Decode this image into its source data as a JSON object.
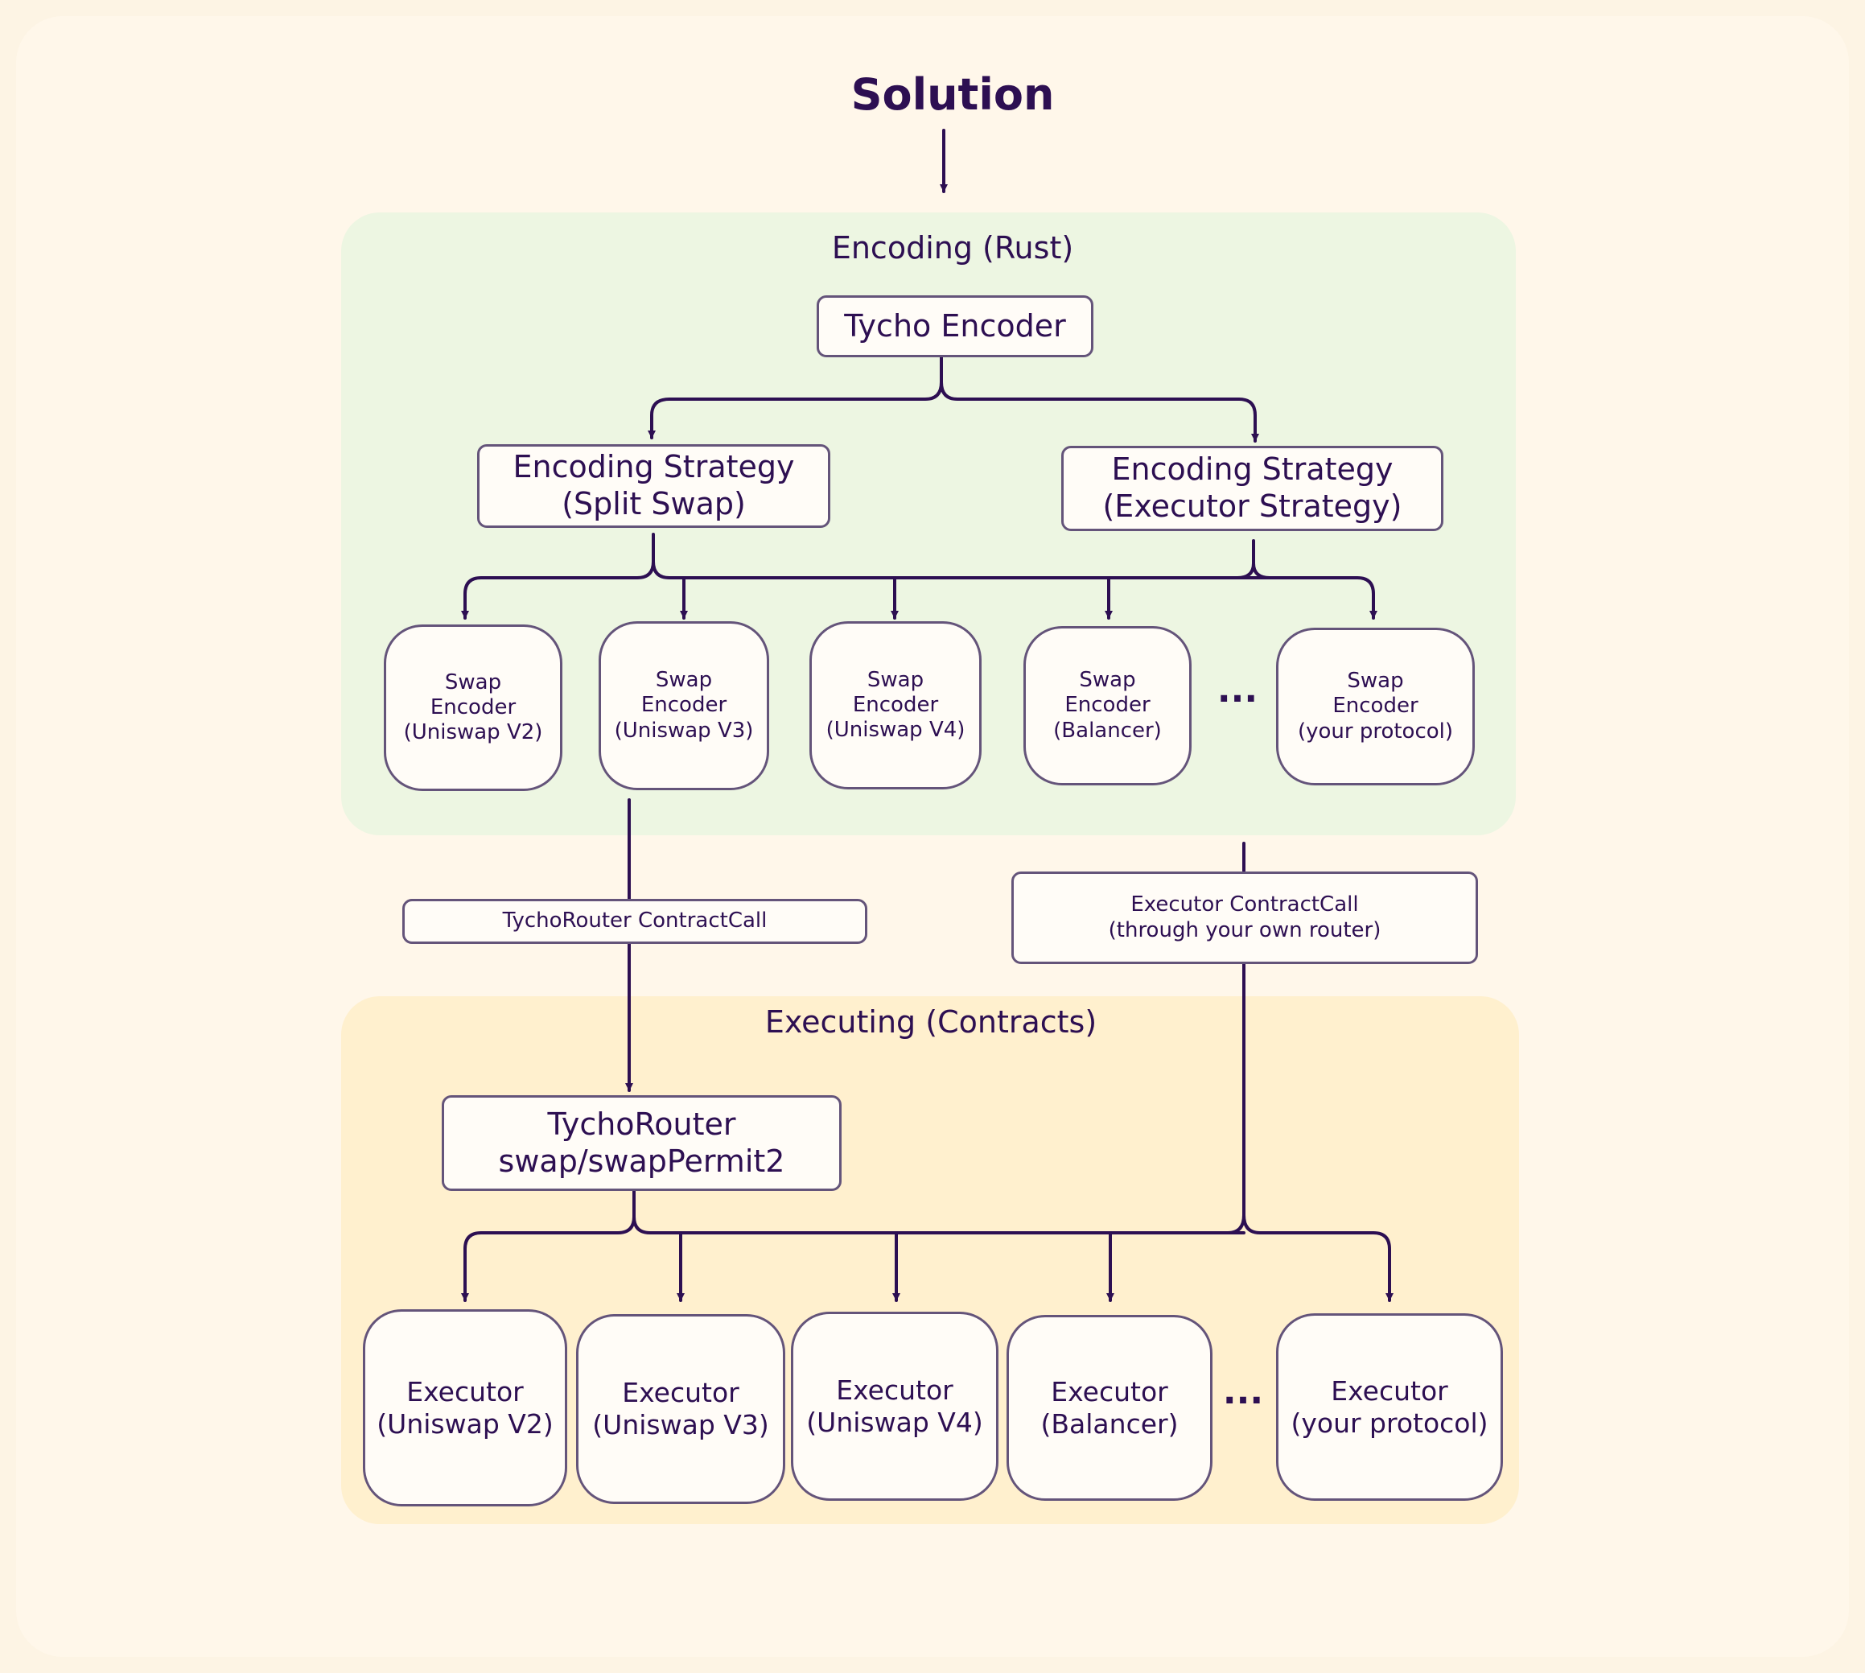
{
  "title": "Solution",
  "encoding": {
    "title": "Encoding (Rust)",
    "tycho_encoder": "Tycho Encoder",
    "strategy_split": [
      "Encoding Strategy",
      "(Split Swap)"
    ],
    "strategy_executor": [
      "Encoding Strategy",
      "(Executor Strategy)"
    ],
    "swap_encoders": [
      [
        "Swap",
        "Encoder",
        "(Uniswap V2)"
      ],
      [
        "Swap",
        "Encoder",
        "(Uniswap V3)"
      ],
      [
        "Swap",
        "Encoder",
        "(Uniswap V4)"
      ],
      [
        "Swap",
        "Encoder",
        "(Balancer)"
      ],
      [
        "Swap",
        "Encoder",
        "(your protocol)"
      ]
    ],
    "ellipsis": "..."
  },
  "calls": {
    "tycho_router_call": "TychoRouter ContractCall",
    "executor_call": [
      "Executor ContractCall",
      "(through your own router)"
    ]
  },
  "executing": {
    "title": "Executing (Contracts)",
    "tycho_router": [
      "TychoRouter",
      "swap/swapPermit2"
    ],
    "executors": [
      [
        "Executor",
        "(Uniswap V2)"
      ],
      [
        "Executor",
        "(Uniswap V3)"
      ],
      [
        "Executor",
        "(Uniswap V4)"
      ],
      [
        "Executor",
        "(Balancer)"
      ],
      [
        "Executor",
        "(your protocol)"
      ]
    ],
    "ellipsis": "..."
  },
  "colors": {
    "background": "#fff7ea",
    "encoding_region": "#edf6e2",
    "executing_region": "#fff0ce",
    "node_fill": "#fffcf7",
    "node_border": "#64547a",
    "text_and_arrows": "#2d0f52"
  }
}
